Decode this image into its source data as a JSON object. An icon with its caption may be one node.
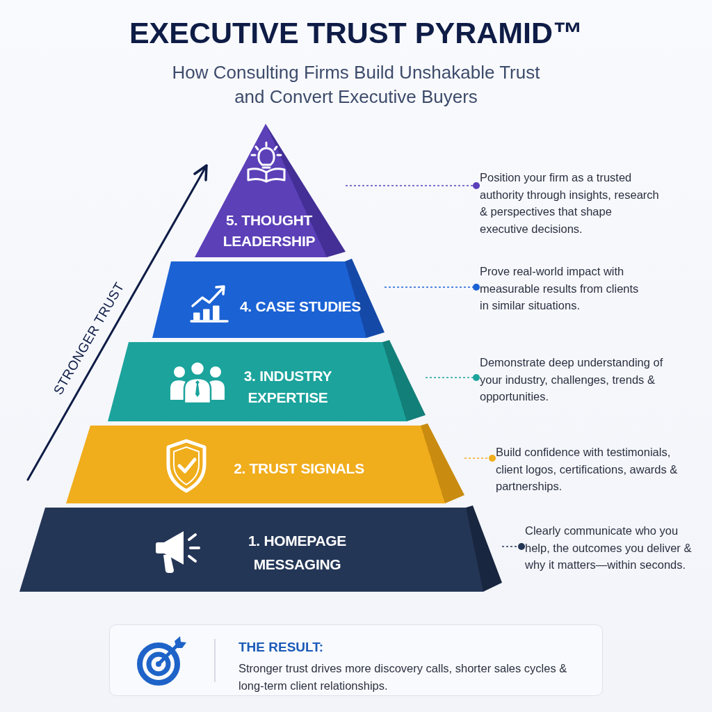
{
  "diagram": {
    "title": "EXECUTIVE TRUST PYRAMID™",
    "nodes": [
      {
        "text": [
          "5. THOUGHT LEADERSHIP"
        ]
      },
      {
        "text": [
          "Position your firm as a trusted authority through insights, research & perspectives that shape executive decisions."
        ]
      },
      {
        "text": [
          "4. CASE STUDIES"
        ]
      },
      {
        "text": [
          "Prove real-world impact with measurable results from clients in similar situations."
        ]
      },
      {
        "text": [
          "3. INDUSTRY EXPERTISE"
        ]
      },
      {
        "text": [
          "Demonstrate deep understanding of your industry, challenges, trends & opportunities."
        ]
      },
      {
        "text": [
          "2. TRUST SIGNALS"
        ]
      },
      {
        "text": [
          "Build confidence with testimonials, client logos, certifications, awards & partnerships."
        ]
      },
      {
        "text": [
          "1. HOMEPAGE MESSAGING"
        ]
      },
      {
        "text": [
          "Clearly communicate who you help, the outcomes you deliver & why it matters—within seconds."
        ]
      },
      {
        "text": [
          "THE RESULT:",
          "Stronger trust drives more discovery calls, shorter sales cycles & long-term client relationships."
        ]
      }
    ],
    "edges": [
      {
        "from": 0,
        "to": 1,
        "arrow": "other",
        "style": "dashed",
        "color": "#5b40b8"
      },
      {
        "from": 2,
        "to": 3,
        "arrow": "other",
        "style": "dashed",
        "color": "#1b62d4"
      },
      {
        "from": 4,
        "to": 5,
        "arrow": "other",
        "style": "dashed",
        "color": "#1ba39c"
      },
      {
        "from": 6,
        "to": 7,
        "arrow": "other",
        "style": "dashed",
        "color": "#f0ad1c"
      },
      {
        "from": 8,
        "to": 9,
        "arrow": "other",
        "style": "dashed",
        "color": "#243656"
      }
    ],
    "labels": [
      "How Consulting Firms Build Unshakable Trust and Convert Executive Buyers",
      "STRONGER TRUST"
    ]
  }
}
